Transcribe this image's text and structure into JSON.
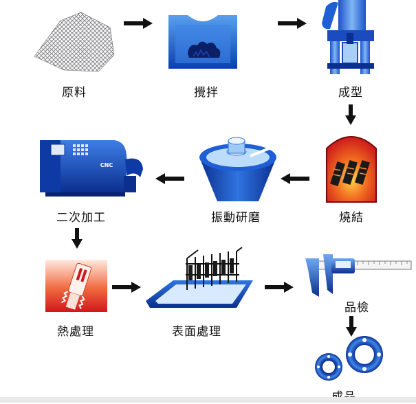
{
  "steps": {
    "raw_material": "原料",
    "mixing": "攪拌",
    "forming": "成型",
    "sintering": "燒結",
    "vibration_grinding": "振動研磨",
    "secondary_machining": "二次加工",
    "heat_treatment": "熱處理",
    "surface_treatment": "表面處理",
    "inspection": "品檢",
    "finished_product": "成品"
  },
  "machine_badge": "CNC",
  "colors": {
    "blue_dark": "#0b2f8f",
    "blue_mid": "#1f5fd6",
    "blue_light": "#6fa8f2",
    "red": "#e0241a",
    "arrow": "#111111"
  }
}
